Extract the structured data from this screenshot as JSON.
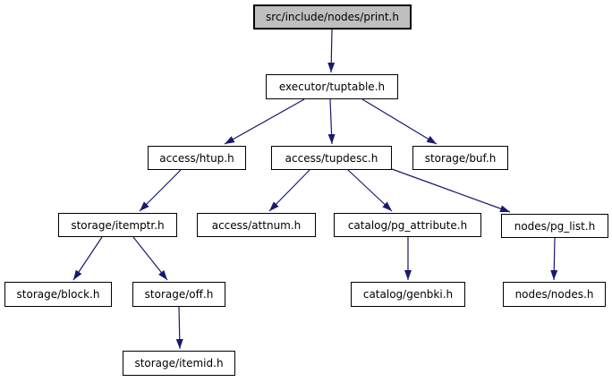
{
  "diagram": {
    "colors": {
      "edge": "#191970",
      "node_border": "#000000",
      "node_fill": "#ffffff",
      "root_fill": "#bfbfbf",
      "background": "#ffffff"
    },
    "nodes": [
      {
        "id": "print",
        "label": "src/include/nodes/print.h",
        "root": true
      },
      {
        "id": "tuptable",
        "label": "executor/tuptable.h"
      },
      {
        "id": "htup",
        "label": "access/htup.h"
      },
      {
        "id": "tupdesc",
        "label": "access/tupdesc.h"
      },
      {
        "id": "buf",
        "label": "storage/buf.h"
      },
      {
        "id": "itemptr",
        "label": "storage/itemptr.h"
      },
      {
        "id": "attnum",
        "label": "access/attnum.h"
      },
      {
        "id": "pg_attribute",
        "label": "catalog/pg_attribute.h"
      },
      {
        "id": "pg_list",
        "label": "nodes/pg_list.h"
      },
      {
        "id": "block",
        "label": "storage/block.h"
      },
      {
        "id": "off",
        "label": "storage/off.h"
      },
      {
        "id": "genbki",
        "label": "catalog/genbki.h"
      },
      {
        "id": "nodes",
        "label": "nodes/nodes.h"
      },
      {
        "id": "itemid",
        "label": "storage/itemid.h"
      }
    ],
    "edges": [
      {
        "from": "src/include/nodes/print.h",
        "to": "executor/tuptable.h"
      },
      {
        "from": "executor/tuptable.h",
        "to": "access/htup.h"
      },
      {
        "from": "executor/tuptable.h",
        "to": "access/tupdesc.h"
      },
      {
        "from": "executor/tuptable.h",
        "to": "storage/buf.h"
      },
      {
        "from": "access/htup.h",
        "to": "storage/itemptr.h"
      },
      {
        "from": "access/tupdesc.h",
        "to": "access/attnum.h"
      },
      {
        "from": "access/tupdesc.h",
        "to": "catalog/pg_attribute.h"
      },
      {
        "from": "access/tupdesc.h",
        "to": "nodes/pg_list.h"
      },
      {
        "from": "storage/itemptr.h",
        "to": "storage/block.h"
      },
      {
        "from": "storage/itemptr.h",
        "to": "storage/off.h"
      },
      {
        "from": "storage/off.h",
        "to": "storage/itemid.h"
      },
      {
        "from": "catalog/pg_attribute.h",
        "to": "catalog/genbki.h"
      },
      {
        "from": "nodes/pg_list.h",
        "to": "nodes/nodes.h"
      }
    ]
  }
}
